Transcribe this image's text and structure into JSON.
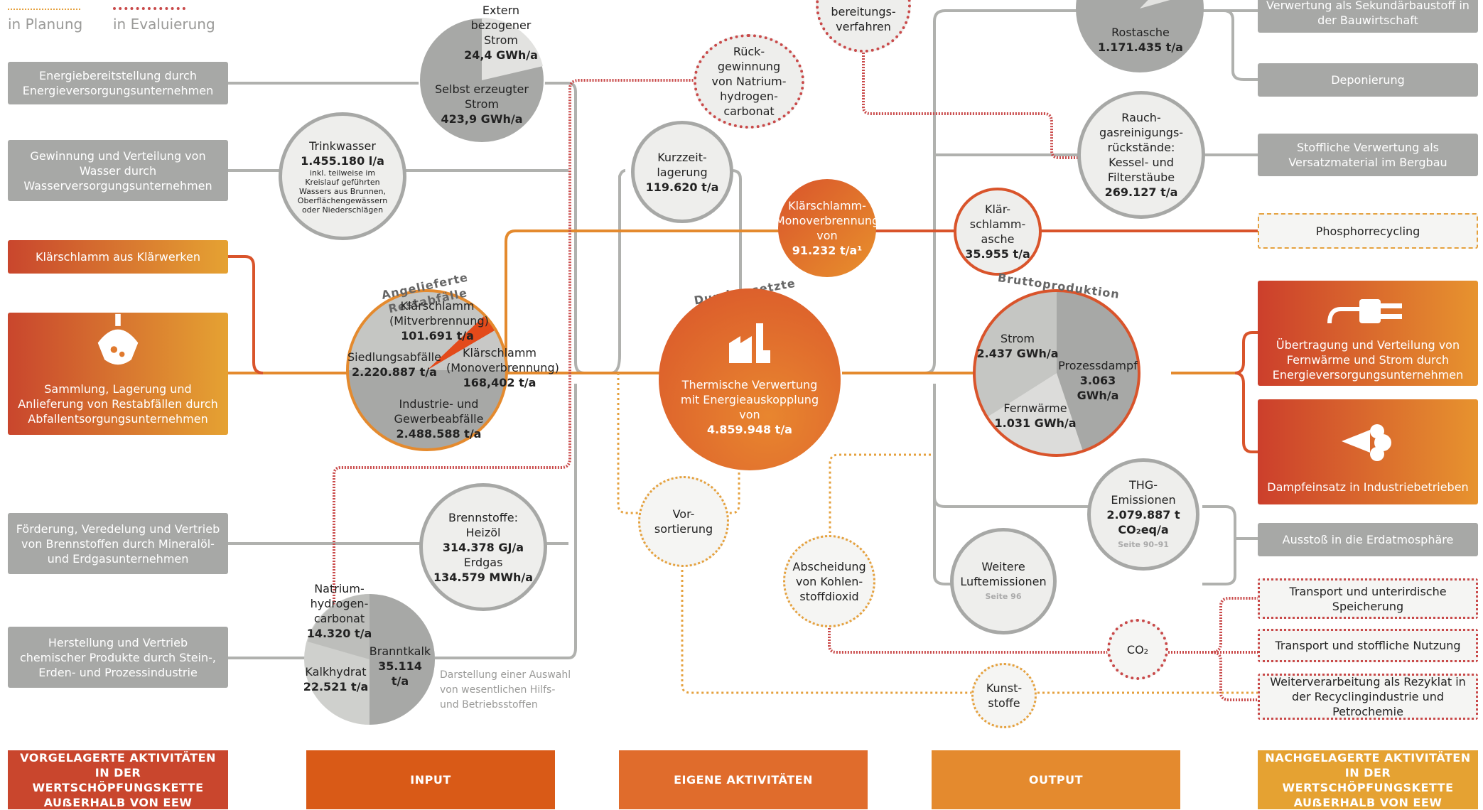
{
  "legend": {
    "planning": "in Planung",
    "evaluation": "in Evaluierung"
  },
  "left_boxes": {
    "energy": "Energiebereitstellung durch Energieversorgungsunternehmen",
    "water": "Gewinnung und Verteilung von Wasser durch Wasserversorgungsunternehmen",
    "sludge": "Klärschlamm aus Klärwerken",
    "waste": "Sammlung, Lagerung und Anlieferung von Restabfällen durch Abfallentsorgungsunternehmen",
    "fuel": "Förderung, Veredelung und Vertrieb von Brennstoffen durch Mineralöl- und Erdgasunternehmen",
    "chem": "Herstellung und Vertrieb chemischer Produkte durch Stein-, Erden- und Prozessindustrie"
  },
  "strom": {
    "ext_label": "Extern bezogener Strom",
    "ext_value": "24,4 GWh/a",
    "self_label": "Selbst erzeugter Strom",
    "self_value": "423,9 GWh/a"
  },
  "trinkwasser": {
    "label": "Trinkwasser",
    "value": "1.455.180 l/a",
    "note": "inkl. teilweise im Kreislauf geführten Wassers aus Brunnen, Oberflächengewässern oder Niederschlägen"
  },
  "angeliefert": {
    "arc_title": "Angelieferte Restabfälle",
    "ks_mit_label": "Klärschlamm (Mitverbrennung)",
    "ks_mit_value": "101.691 t/a",
    "sied_label": "Siedlungsabfälle",
    "sied_value": "2.220.887 t/a",
    "ks_mono_label": "Klärschlamm (Monoverbrennung)",
    "ks_mono_value": "168,402 t/a",
    "ind_label": "Industrie- und Gewerbeabfälle",
    "ind_value": "2.488.588 t/a"
  },
  "brennstoffe": {
    "title": "Brennstoffe:",
    "oil_label": "Heizöl",
    "oil_value": "314.378 GJ/a",
    "gas_label": "Erdgas",
    "gas_value": "134.579 MWh/a"
  },
  "betriebsstoffe": {
    "na_label": "Natrium-hydrogen-carbonat",
    "na_value": "14.320 t/a",
    "brannt_label": "Branntkalk",
    "brannt_value": "35.114 t/a",
    "kalk_label": "Kalkhydrat",
    "kalk_value": "22.521 t/a",
    "note": "Darstellung einer Auswahl von wesentlichen Hilfs- und Betriebsstoffen"
  },
  "rueckgewinnung": "Rück-gewinnung von Natrium-hydrogen-carbonat",
  "aufbereitung": "bereitungs-verfahren",
  "kurzzeit": {
    "label": "Kurzzeit-lagerung",
    "value": "119.620 t/a"
  },
  "mono": {
    "label": "Klärschlamm-Monoverbrennung von",
    "value": "91.232 t/a¹"
  },
  "durchgesetzt": {
    "arc_title": "Durchgesetzte Restabfälle",
    "text": "Thermische Verwertung mit Energieauskopplung von",
    "value": "4.859.948 t/a"
  },
  "vorsortierung": "Vor-sortierung",
  "abscheidung": "Abscheidung von Kohlen-stoffdioxid",
  "kunststoffe": "Kunst-stoffe",
  "co2": "CO₂",
  "klaerschlammasche": {
    "label": "Klär-schlamm-asche",
    "value": "35.955 t/a"
  },
  "rostasche": {
    "label": "Rostasche",
    "value": "1.171.435 t/a"
  },
  "rauchgas": {
    "label": "Rauch-gasreinigungs-rückstände: Kessel- und Filterstäube",
    "value": "269.127 t/a"
  },
  "brutto": {
    "arc_title": "Bruttoproduktion",
    "strom_label": "Strom",
    "strom_value": "2.437 GWh/a",
    "dampf_label": "Prozessdampf",
    "dampf_value": "3.063 GWh/a",
    "fw_label": "Fernwärme",
    "fw_value": "1.031 GWh/a"
  },
  "thg": {
    "label": "THG-Emissionen",
    "value": "2.079.887 t",
    "unit": "CO₂eq/a",
    "ref": "Seite 90–91"
  },
  "luft": {
    "label": "Weitere Luftemissionen",
    "ref": "Seite 96"
  },
  "right_boxes": {
    "sekundar": "Verwertung als Sekundärbaustoff in der Bauwirtschaft",
    "deponie": "Deponierung",
    "bergbau": "Stoffliche Verwertung als Versatzmaterial im Bergbau",
    "phosphor": "Phosphorrecycling",
    "uebertragung": "Übertragung und Verteilung von Fernwärme und Strom durch Energieversorgungsunternehmen",
    "dampf": "Dampfeinsatz in Industriebetrieben",
    "ausstoss": "Ausstoß in die Erdatmosphäre",
    "transport_unter": "Transport und unterirdische Speicherung",
    "transport_stoff": "Transport und stoffliche Nutzung",
    "weiterverarbeitung": "Weiterverarbeitung als Rezyklat in der Recyclingindustrie und Petrochemie"
  },
  "bottom": {
    "vor": "VORGELAGERTE AKTIVITÄTEN IN DER WERTSCHÖPFUNGSKETTE AUẞERHALB VON EEW",
    "input": "INPUT",
    "eigene": "EIGENE AKTIVITÄTEN",
    "output": "OUTPUT",
    "nach": "NACHGELAGERTE AKTIVITÄTEN IN DER WERTSCHÖPFUNGSKETTE AUẞERHALB VON EEW"
  },
  "colors": {
    "grey": "#a7a8a6",
    "red": "#c9462d",
    "orange": "#e48a2e",
    "yellow": "#e5a232",
    "input": "#d95a17"
  }
}
